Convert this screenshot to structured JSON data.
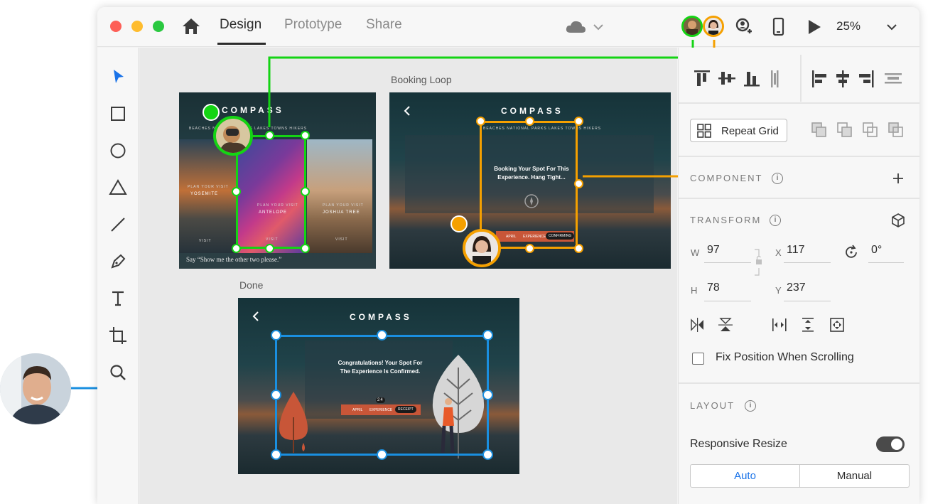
{
  "titlebar": {
    "tabs": [
      "Design",
      "Prototype",
      "Share"
    ],
    "active_tab": "Design",
    "zoom": "25%"
  },
  "canvas": {
    "labels": {
      "booking": "Booking Loop",
      "done": "Done"
    },
    "artboard1": {
      "brand": "COMPASS",
      "nav": "BEACHES   NATIONAL PARKS   LAKES   TOWNS   HIKERS",
      "cards": [
        {
          "sub": "PLAN YOUR VISIT",
          "title": "YOSEMITE",
          "btn": "VISIT"
        },
        {
          "sub": "PLAN YOUR VISIT",
          "title": "ANTELOPE",
          "btn": "VISIT"
        },
        {
          "sub": "PLAN YOUR VISIT",
          "title": "JOSHUA TREE",
          "btn": "VISIT"
        }
      ],
      "voice": "Say “Show me the other two please.”"
    },
    "artboard2": {
      "brand": "COMPASS",
      "nav": "BEACHES   NATIONAL PARKS   LAKES   TOWNS   HIKERS",
      "caption": "Booking Your Spot For This Experience. Hang Tight...",
      "pill": [
        "APRIL",
        "EXPERIENCE",
        "CONFIRMING"
      ]
    },
    "artboard3": {
      "brand": "COMPASS",
      "caption": "Congratulations! Your Spot For The Experience Is Confirmed.",
      "day": "24",
      "pill": [
        "APRIL",
        "EXPERIENCE",
        "RECEIPT"
      ]
    }
  },
  "panel": {
    "repeat_grid": "Repeat Grid",
    "component": "COMPONENT",
    "transform": "TRANSFORM",
    "w_label": "W",
    "w": "97",
    "x_label": "X",
    "x": "117",
    "h_label": "H",
    "h": "78",
    "y_label": "Y",
    "y": "237",
    "rotation": "0°",
    "fix_position": "Fix Position When Scrolling",
    "layout": "LAYOUT",
    "responsive": "Responsive Resize",
    "auto": "Auto",
    "manual": "Manual"
  },
  "colors": {
    "collab_green": "#14d414",
    "collab_orange": "#f5a000",
    "collab_blue": "#1a8fe0",
    "accent": "#1a73e8"
  },
  "icons": [
    "home-icon",
    "cloud-icon",
    "chevron-down-icon",
    "user-add-icon",
    "mobile-icon",
    "play-icon",
    "select-arrow-icon",
    "rectangle-icon",
    "ellipse-icon",
    "triangle-icon",
    "line-icon",
    "pen-icon",
    "text-icon",
    "artboard-icon",
    "zoom-icon",
    "info-icon",
    "plus-icon",
    "cube-icon"
  ]
}
